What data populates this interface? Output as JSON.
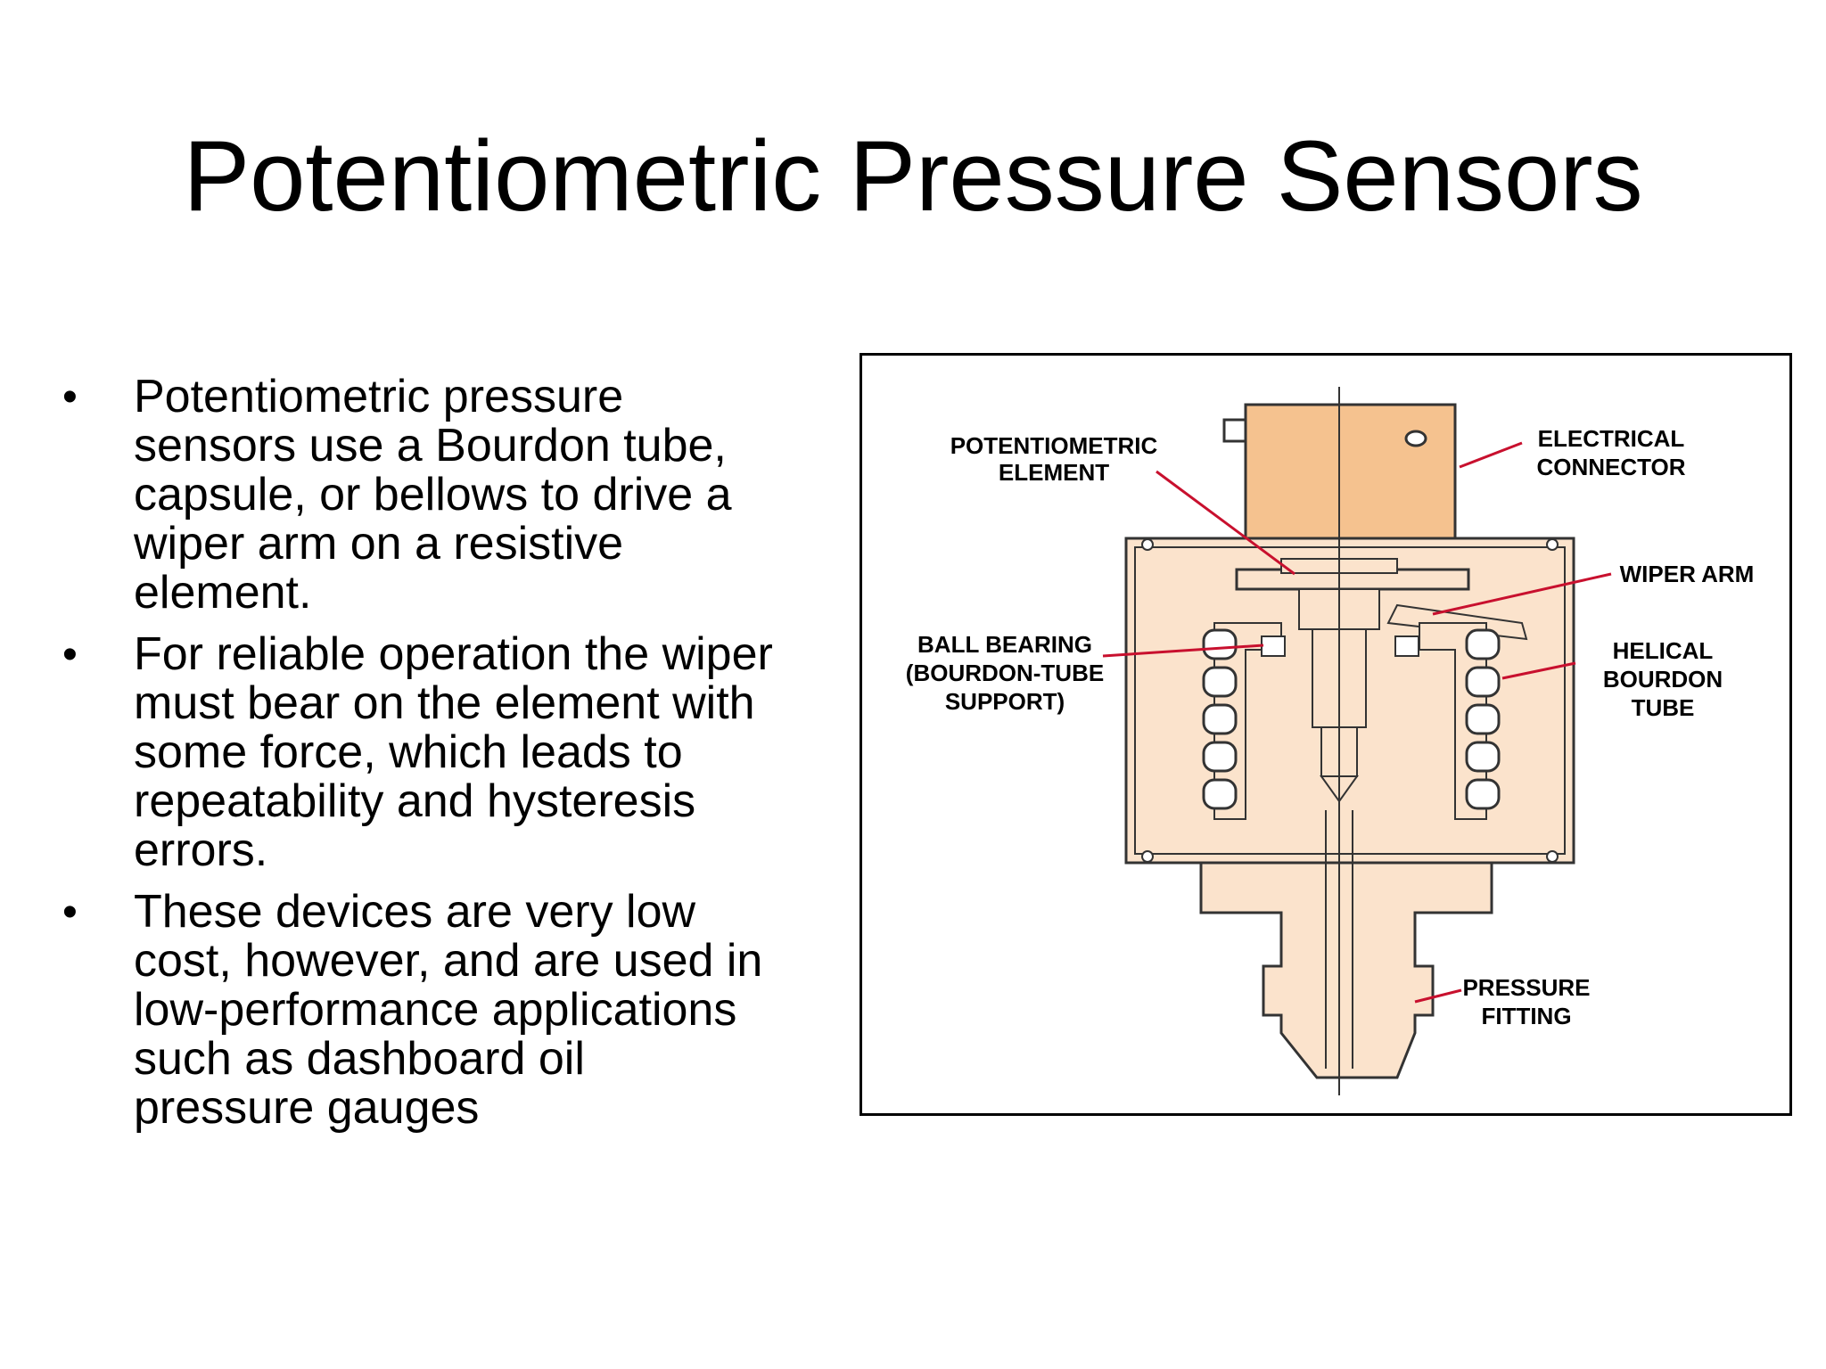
{
  "slide": {
    "title": "Potentiometric Pressure Sensors",
    "bullets": [
      {
        "marker": "•",
        "lines": [
          "Potentiometric pressure",
          "sensors use a Bourdon tube,",
          "capsule, or bellows to drive a",
          "wiper arm on a resistive",
          "element."
        ]
      },
      {
        "marker": "•",
        "lines": [
          "For reliable operation the wiper",
          "must bear on the element with",
          "some force, which leads to",
          "repeatability and hysteresis",
          "errors."
        ]
      },
      {
        "marker": "•",
        "lines": [
          "These devices are very low",
          "cost, however, and are used in",
          "low-performance applications",
          "such as dashboard oil",
          "pressure gauges"
        ]
      }
    ]
  },
  "diagram": {
    "labels": {
      "potentiometric_element": [
        "POTENTIOMETRIC",
        "ELEMENT"
      ],
      "electrical_connector": [
        "ELECTRICAL",
        "CONNECTOR"
      ],
      "wiper_arm": [
        "WIPER ARM"
      ],
      "ball_bearing": [
        "BALL BEARING",
        "(BOURDON-TUBE",
        "SUPPORT)"
      ],
      "helical_bourdon_tube": [
        "HELICAL",
        "BOURDON",
        "TUBE"
      ],
      "pressure_fitting": [
        "PRESSURE",
        "FITTING"
      ]
    },
    "colors": {
      "body_fill": "#fbe3cc",
      "connector_fill": "#f5c28f",
      "outline": "#333333",
      "leader_line": "#c8102e"
    }
  }
}
